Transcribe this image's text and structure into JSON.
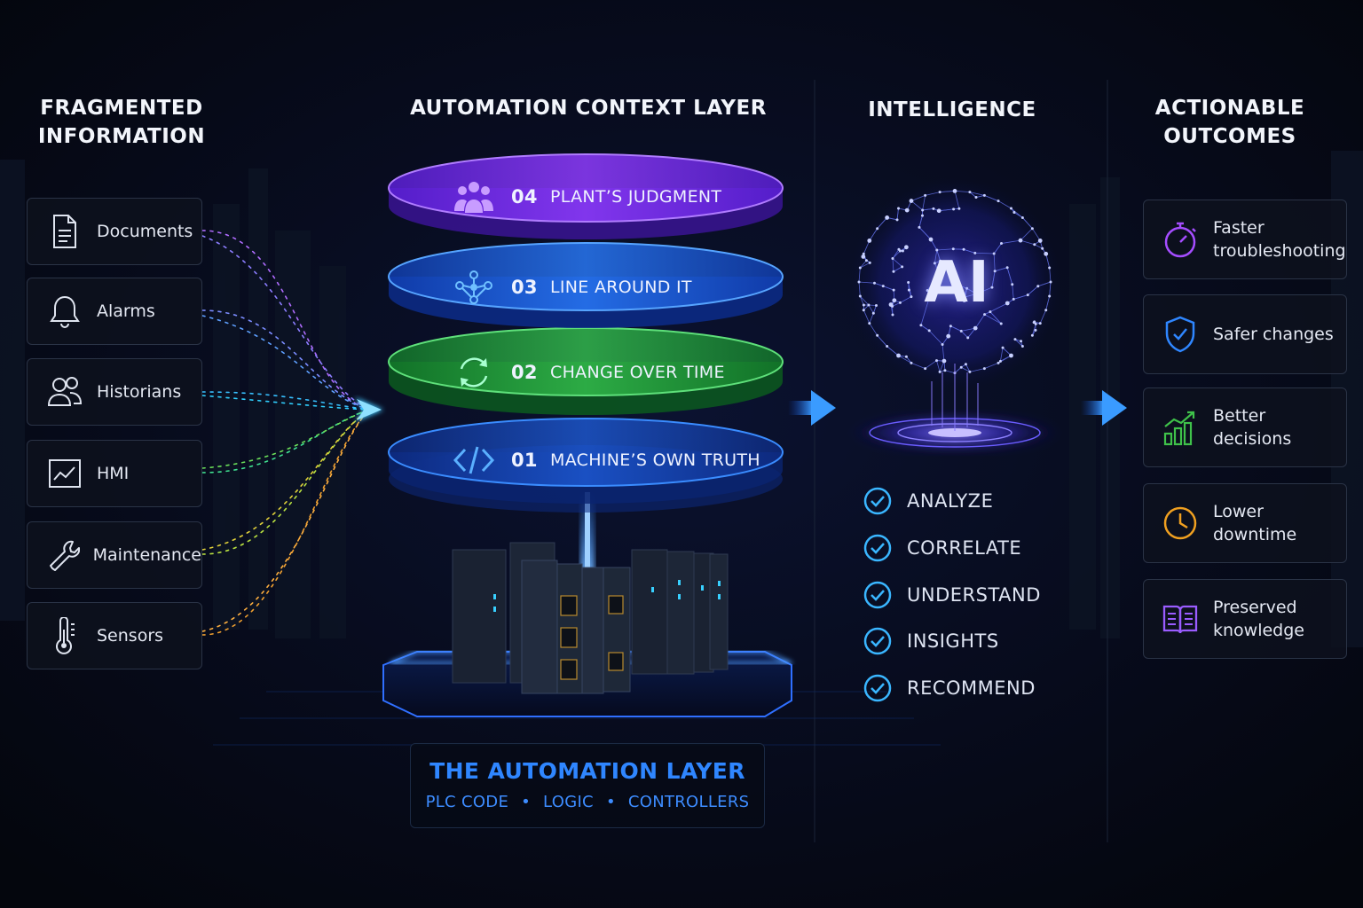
{
  "columns": {
    "fragmented": {
      "title_line1": "FRAGMENTED",
      "title_line2": "INFORMATION"
    },
    "context": {
      "title": "AUTOMATION CONTEXT LAYER"
    },
    "intelligence": {
      "title": "INTELLIGENCE"
    },
    "outcomes": {
      "title_line1": "ACTIONABLE",
      "title_line2": "OUTCOMES"
    }
  },
  "sources": [
    {
      "label": "Documents",
      "icon": "document-icon"
    },
    {
      "label": "Alarms",
      "icon": "bell-icon"
    },
    {
      "label": "Historians",
      "icon": "users-icon"
    },
    {
      "label": "HMI",
      "icon": "chart-screen-icon"
    },
    {
      "label": "Maintenance",
      "icon": "wrench-icon"
    },
    {
      "label": "Sensors",
      "icon": "thermometer-icon"
    }
  ],
  "layers": [
    {
      "num": "04",
      "label": "PLANT’S JUDGMENT",
      "icon": "team-icon",
      "color": "#8a3dff"
    },
    {
      "num": "03",
      "label": "LINE AROUND IT",
      "icon": "network-icon",
      "color": "#2a7dff"
    },
    {
      "num": "02",
      "label": "CHANGE OVER TIME",
      "icon": "cycle-icon",
      "color": "#2fb84a"
    },
    {
      "num": "01",
      "label": "MACHINE’S OWN TRUTH",
      "icon": "code-icon",
      "color": "#1f5fe0"
    }
  ],
  "automation": {
    "title": "THE AUTOMATION LAYER",
    "items": [
      "PLC CODE",
      "LOGIC",
      "CONTROLLERS"
    ],
    "separator": "•"
  },
  "ai": {
    "label": "AI"
  },
  "intelligence_steps": [
    "ANALYZE",
    "CORRELATE",
    "UNDERSTAND",
    "INSIGHTS",
    "RECOMMEND"
  ],
  "outcomes": [
    {
      "line1": "Faster",
      "line2": "troubleshooting",
      "icon": "stopwatch-icon",
      "color": "#a54dff"
    },
    {
      "line1": "Safer changes",
      "line2": "",
      "icon": "shield-check-icon",
      "color": "#2f86ff"
    },
    {
      "line1": "Better",
      "line2": "decisions",
      "icon": "growth-chart-icon",
      "color": "#3fc24a"
    },
    {
      "line1": "Lower",
      "line2": "downtime",
      "icon": "clock-icon",
      "color": "#f0a020"
    },
    {
      "line1": "Preserved",
      "line2": "knowledge",
      "icon": "book-icon",
      "color": "#9a5cff"
    }
  ],
  "colors": {
    "accent_blue": "#2f86ff",
    "background": "#05070f",
    "check_cyan": "#3ab6ff"
  }
}
